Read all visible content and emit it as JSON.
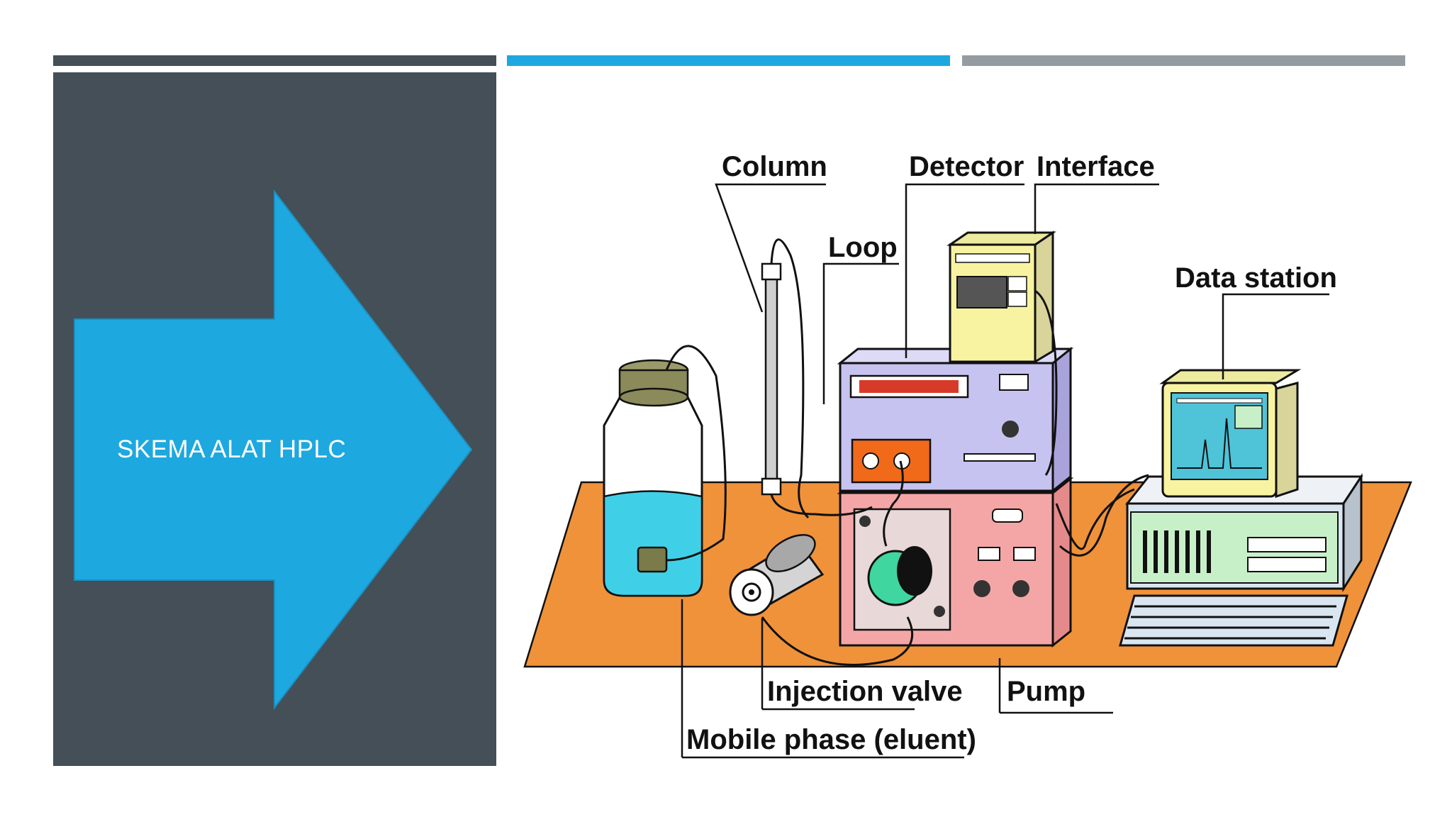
{
  "slide": {
    "title": "SKEMA ALAT HPLC",
    "colors": {
      "panel": "#444f57",
      "accent": "#1ea8e0",
      "gray_bar": "#959ca1",
      "table": "#f0923a",
      "pump": "#f4a6a6",
      "detector": "#c7c3f0",
      "interface": "#f7f3a0",
      "monitor": "#f7f3a0",
      "screen": "#4fc3d8",
      "eluent": "#3fd0e8",
      "green": "#3fd6a0"
    }
  },
  "diagram": {
    "labels": {
      "column": "Column",
      "detector": "Detector",
      "interface": "Interface",
      "loop": "Loop",
      "data_station": "Data station",
      "injection_valve": "Injection valve",
      "pump": "Pump",
      "mobile_phase": "Mobile phase (eluent)"
    },
    "icons": [
      "arrow-shape",
      "eluent-bottle",
      "hplc-column",
      "injection-valve",
      "pump-unit",
      "detector-unit",
      "interface-box",
      "data-station-computer"
    ]
  }
}
